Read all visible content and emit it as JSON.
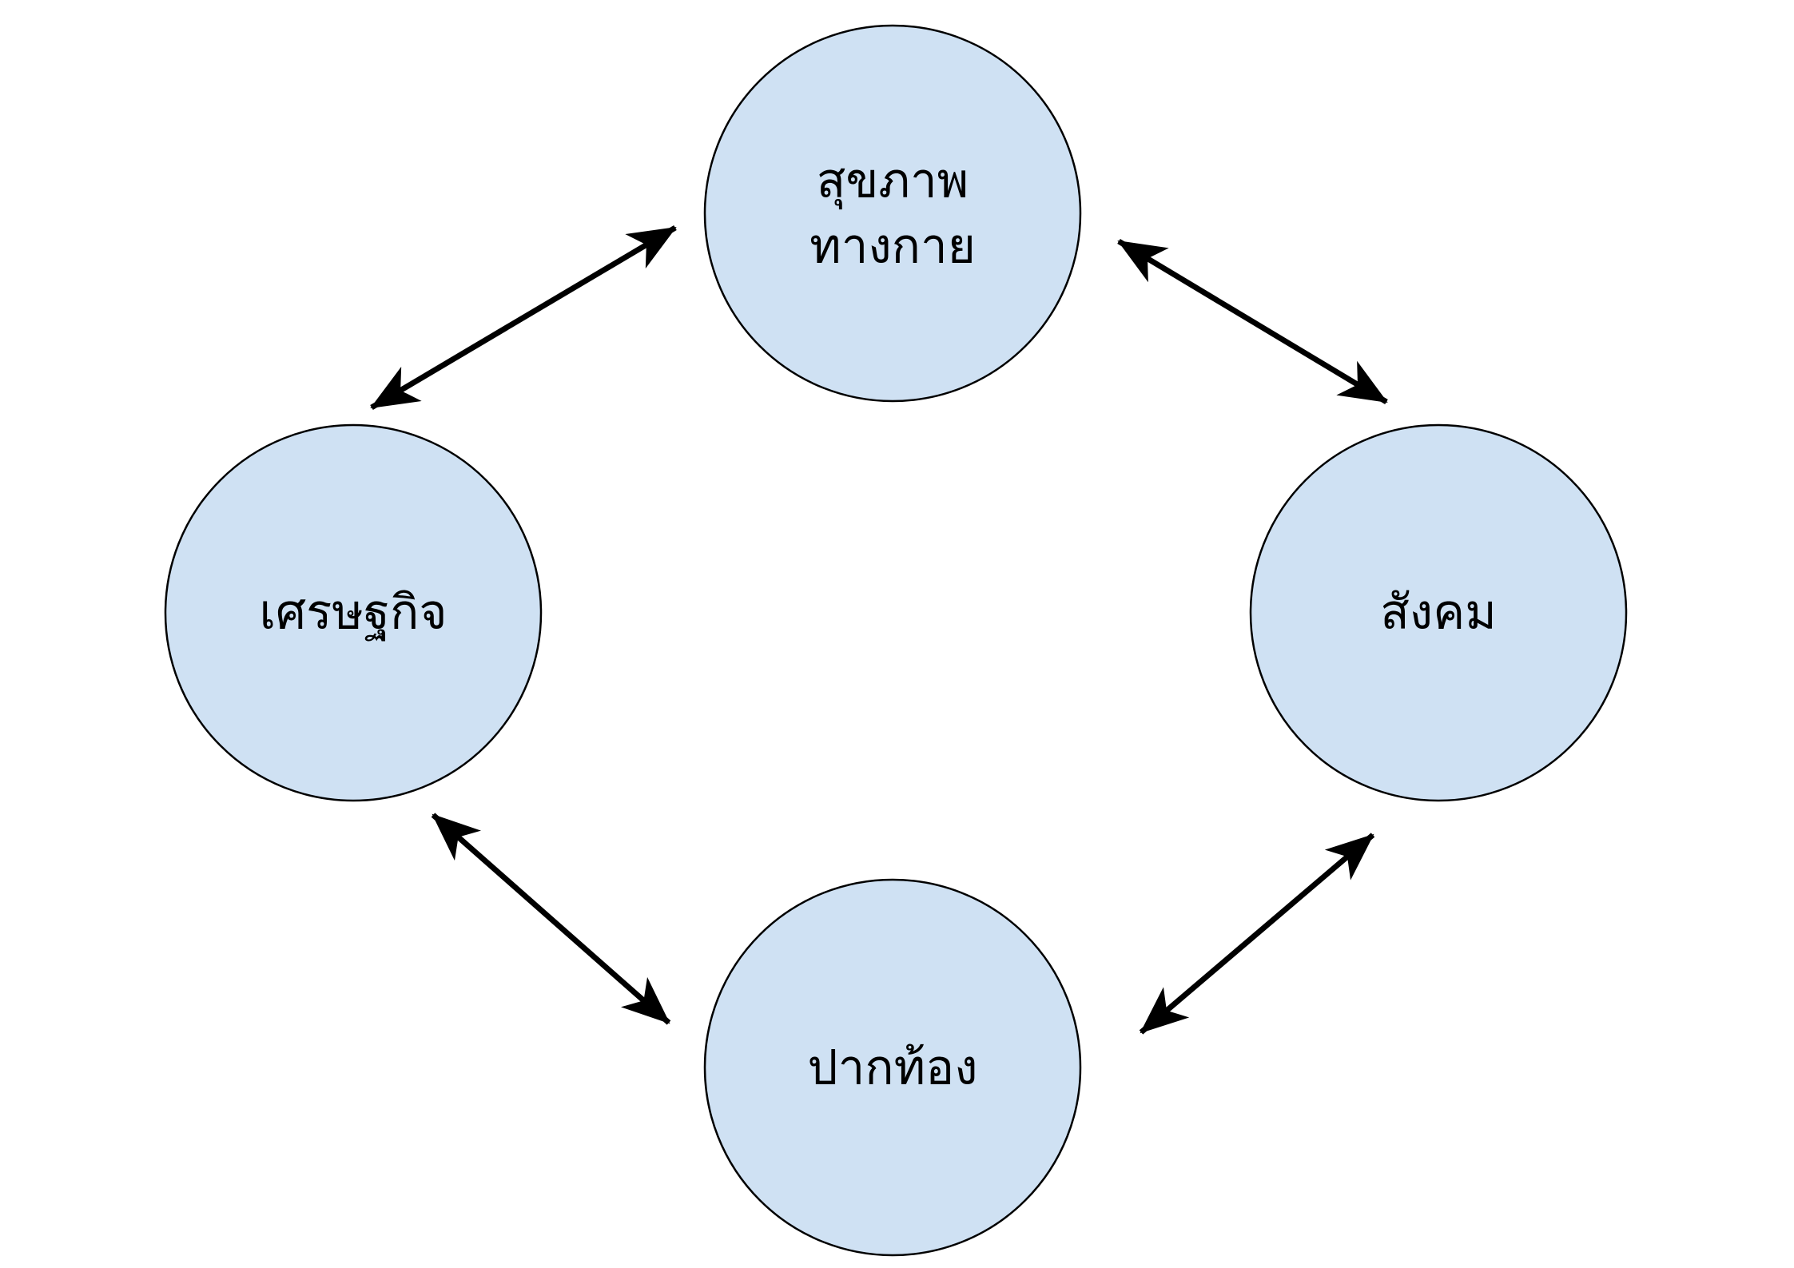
{
  "diagram": {
    "colors": {
      "node_fill": "#cfe1f3",
      "node_stroke": "#000000",
      "arrow": "#000000",
      "background": "#ffffff"
    },
    "nodes": {
      "top": {
        "line1": "สุขภาพ",
        "line2": "ทางกาย"
      },
      "left": {
        "label": "เศรษฐกิจ"
      },
      "right": {
        "label": "สังคม"
      },
      "bottom": {
        "label": "ปากท้อง"
      }
    },
    "connections": [
      {
        "from": "left",
        "to": "top",
        "type": "bidirectional"
      },
      {
        "from": "top",
        "to": "right",
        "type": "bidirectional"
      },
      {
        "from": "left",
        "to": "bottom",
        "type": "bidirectional"
      },
      {
        "from": "bottom",
        "to": "right",
        "type": "bidirectional"
      }
    ]
  }
}
